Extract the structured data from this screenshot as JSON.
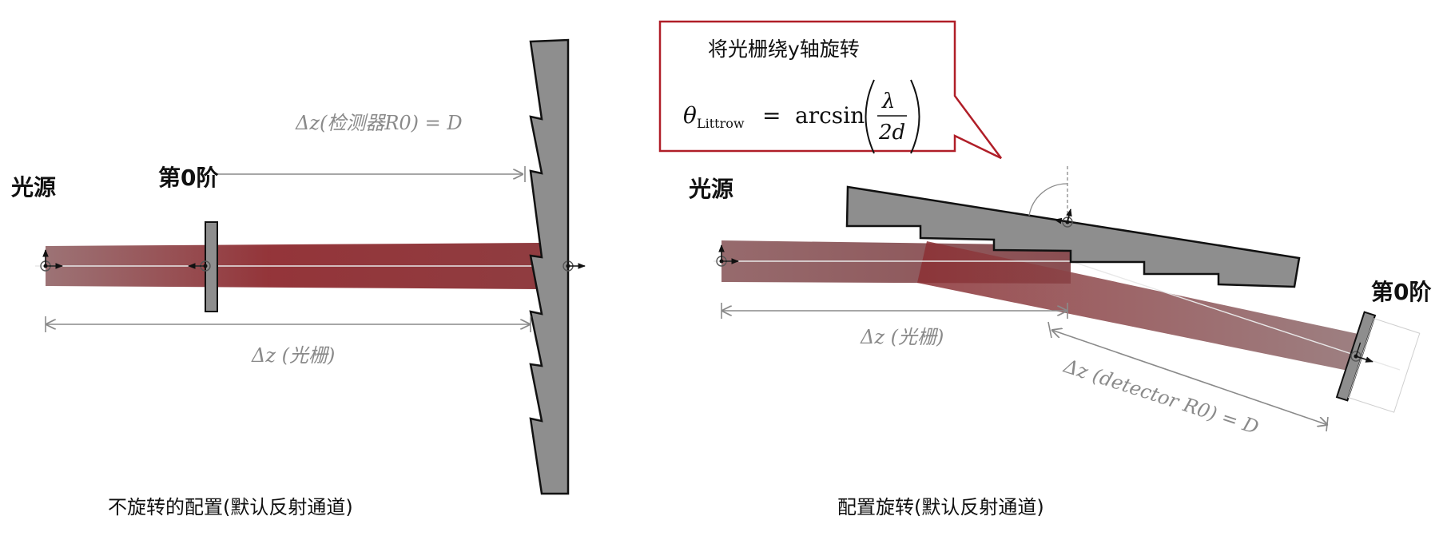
{
  "left": {
    "source_label": "光源",
    "order_label": "第0阶",
    "dim_detector": "Δz(检测器R0) = D",
    "dim_grating": "Δz (光栅)",
    "caption": "不旋转的配置(默认反射通道)"
  },
  "right": {
    "source_label": "光源",
    "order_label": "第0阶",
    "dim_grating": "Δz (光栅)",
    "dim_detector": "Δz (detector R0) = D",
    "caption": "配置旋转(默认反射通道)",
    "callout": {
      "title": "将光栅绕y轴旋转",
      "theta": "θ",
      "theta_sub": "Littrow",
      "equals": "=",
      "func": "arcsin",
      "numerator": "λ",
      "denominator": "2d"
    }
  },
  "colors": {
    "beam": "#8b2f33",
    "grating_fill": "#8e8e8e",
    "callout_border": "#b01e28",
    "dimension": "#8a8a8a"
  }
}
